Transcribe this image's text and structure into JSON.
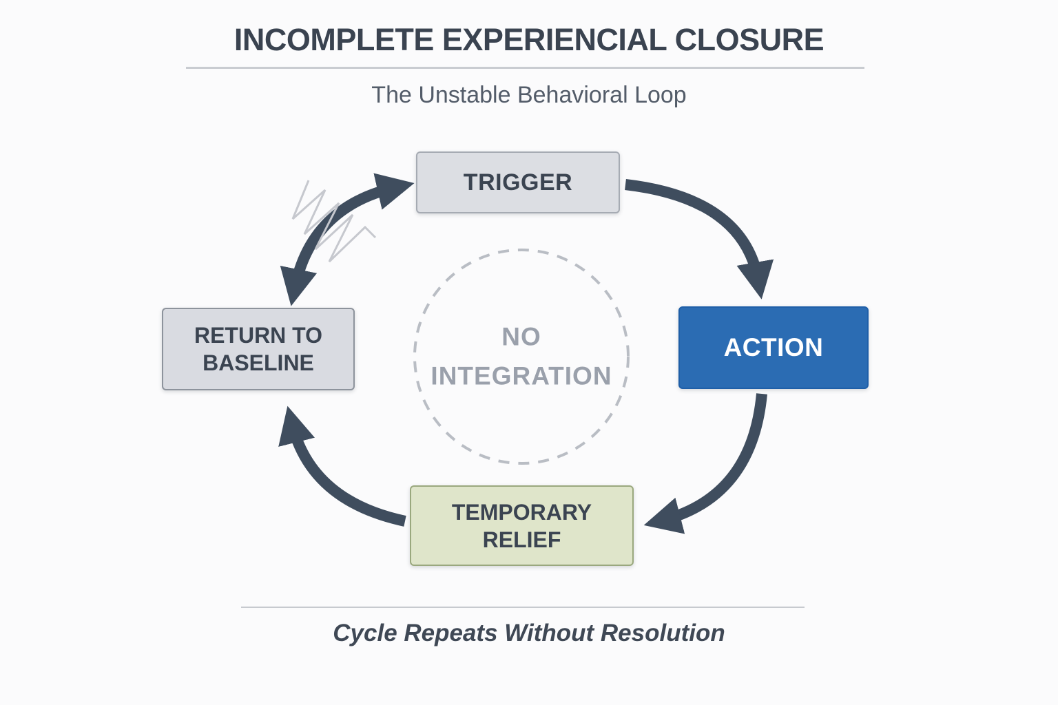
{
  "header": {
    "title": "INCOMPLETE EXPERIENCIAL CLOSURE",
    "subtitle": "The Unstable Behavioral Loop"
  },
  "nodes": {
    "trigger": {
      "label": "TRIGGER",
      "bg": "#dcdee3",
      "border": "#a6abb3",
      "text_color": "#3b4451"
    },
    "action": {
      "label": "ACTION",
      "bg": "#2b6cb3",
      "border": "#1f5fa8",
      "text_color": "#ffffff"
    },
    "temporary_relief": {
      "label": "TEMPORARY RELIEF",
      "bg": "#dfe5ca",
      "border": "#9aa87e",
      "text_color": "#3b4451"
    },
    "return_to_baseline": {
      "label": "RETURN TO BASELINE",
      "bg": "#d9dbe1",
      "border": "#8d939c",
      "text_color": "#3b4451"
    }
  },
  "center": {
    "label": "NO INTEGRATION",
    "text_color": "#9aa0ab"
  },
  "footer": {
    "caption": "Cycle Repeats Without Resolution"
  },
  "cycle_order": [
    "TRIGGER",
    "ACTION",
    "TEMPORARY RELIEF",
    "RETURN TO BASELINE"
  ],
  "colors": {
    "arrow": "#3f4d5e",
    "divider": "#c9ccd1",
    "dashed_circle": "#b9bdc4",
    "zigzag": "#c6c8ce",
    "background": "#fbfbfc",
    "title_text": "#3a4350",
    "subtitle_text": "#535c69",
    "footer_text": "#3f4855"
  }
}
